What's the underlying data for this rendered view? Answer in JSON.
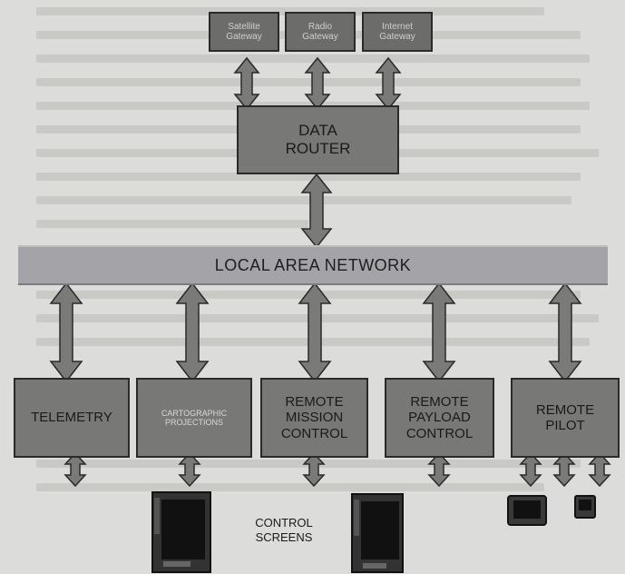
{
  "gateways": {
    "satellite": "Satellite Gateway",
    "radio": "Radio Gateway",
    "internet": "Internet Gateway"
  },
  "router": {
    "label": "DATA ROUTER"
  },
  "lan": {
    "label": "LOCAL AREA NETWORK"
  },
  "nodes": {
    "telemetry": "TELEMETRY",
    "cartographic": "CARTOGRAPHIC PROJECTIONS",
    "mission": "REMOTE MISSION CONTROL",
    "payload": "REMOTE PAYLOAD CONTROL",
    "pilot": "REMOTE PILOT"
  },
  "screens": {
    "label": "CONTROL SCREENS"
  },
  "colors": {
    "box_fill": "#787876",
    "lan_fill": "#a3a3a8",
    "arrow_fill": "#7a7a78",
    "background": "#dcdcda"
  },
  "icons": [
    "monitor-icon",
    "double-arrow-icon"
  ]
}
